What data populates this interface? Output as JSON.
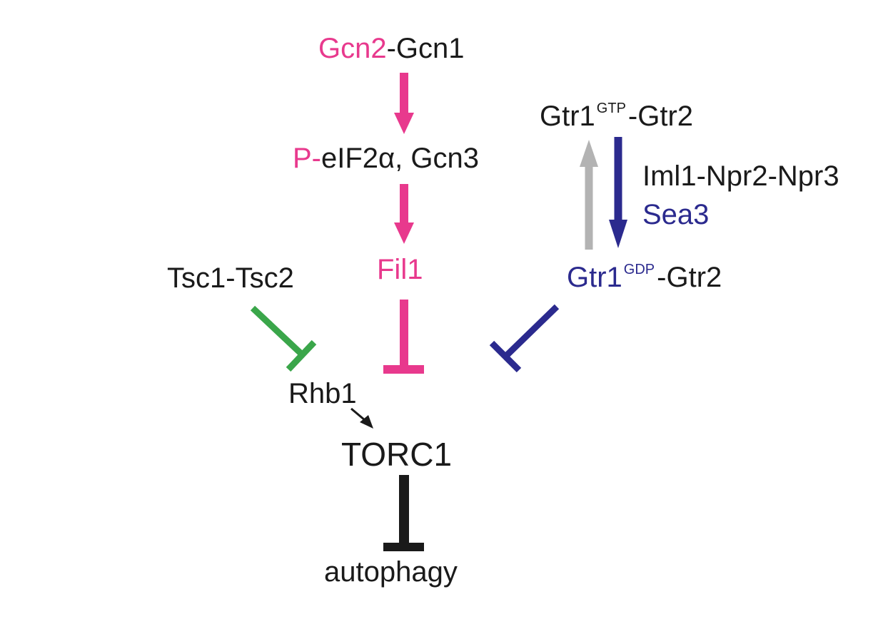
{
  "colors": {
    "pink": "#e8398d",
    "navy": "#2b2a8e",
    "green": "#3aa64a",
    "gray": "#b3b3b3",
    "black": "#1a1a1a"
  },
  "nodes": {
    "gcn2_gcn1": {
      "part1": "Gcn2",
      "part2": "-Gcn1"
    },
    "eif2": {
      "part1": "P-",
      "part2": "eIF2α, Gcn3"
    },
    "fil1": {
      "text": "Fil1"
    },
    "tsc": {
      "text": "Tsc1-Tsc2"
    },
    "gtr_gtp": {
      "main": "Gtr1",
      "sup": "GTP",
      "rest": "-Gtr2"
    },
    "gtr_gdp": {
      "main": "Gtr1",
      "sup": "GDP",
      "rest": "-Gtr2"
    },
    "iml1": {
      "line1": "Iml1-Npr2-Npr3",
      "line2": "Sea3"
    },
    "rhb1": {
      "text": "Rhb1"
    },
    "torc1": {
      "text": "TORC1"
    },
    "autophagy": {
      "text": "autophagy"
    }
  },
  "edges": [
    {
      "from": "Gcn2-Gcn1",
      "to": "eIF2α",
      "type": "activation",
      "color": "pink"
    },
    {
      "from": "eIF2α",
      "to": "Fil1",
      "type": "activation",
      "color": "pink"
    },
    {
      "from": "Fil1",
      "to": "TORC1",
      "type": "inhibition",
      "color": "pink"
    },
    {
      "from": "Tsc1-Tsc2",
      "to": "Rhb1",
      "type": "inhibition",
      "color": "green"
    },
    {
      "from": "Gtr1GDP-Gtr2",
      "to": "TORC1",
      "type": "inhibition",
      "color": "navy"
    },
    {
      "from": "Gtr1GDP-Gtr2",
      "to": "Gtr1GTP-Gtr2",
      "type": "activation",
      "color": "gray"
    },
    {
      "from": "Gtr1GTP-Gtr2",
      "to": "Gtr1GDP-Gtr2",
      "type": "activation",
      "color": "navy"
    },
    {
      "from": "Rhb1",
      "to": "TORC1",
      "type": "activation",
      "color": "black"
    },
    {
      "from": "TORC1",
      "to": "autophagy",
      "type": "inhibition",
      "color": "black"
    }
  ]
}
